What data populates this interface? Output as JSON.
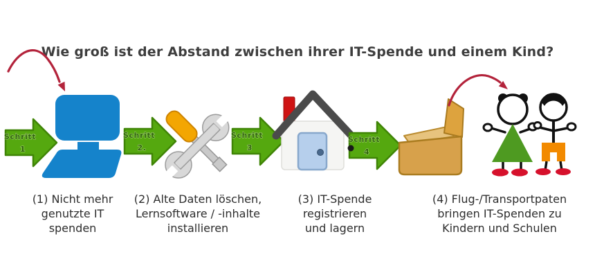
{
  "title": "Wie groß ist der Abstand zwischen ihrer IT-Spende und einem Kind?",
  "steps": [
    {
      "arrow_label": "Schritt",
      "arrow_number": "1",
      "icon": "laptop-icon",
      "caption": "(1) Nicht mehr\ngenutzte IT\nspenden"
    },
    {
      "arrow_label": "Schritt",
      "arrow_number": "2.",
      "icon": "tools-icon",
      "caption": "(2) Alte Daten löschen,\nLernsoftware / -inhalte\ninstallieren"
    },
    {
      "arrow_label": "Schritt",
      "arrow_number": "3",
      "icon": "house-icon",
      "caption": "(3) IT-Spende\nregistrieren\nund lagern"
    },
    {
      "arrow_label": "Schritt",
      "arrow_number": "4",
      "icon": "box-icon",
      "caption": "(4) Flug-/Transportpaten\nbringen IT-Spenden zu\nKindern und Schulen"
    }
  ],
  "final_icon": "children-icon",
  "decorations": [
    "red-curved-arrow-to-laptop",
    "red-curved-arrow-box-to-children"
  ],
  "colors": {
    "step_arrow_green": "#55a80f",
    "step_arrow_border": "#3f8406",
    "step_arrow_text": "#2c6606",
    "laptop_blue": "#1583cb",
    "red_arrow": "#b3233b",
    "house_roof_gray": "#4b4b4b",
    "chimney_red": "#cf1414",
    "door_blue": "#b6cfec",
    "box_tan": "#d7a14b",
    "dress_green": "#4e9a21",
    "shorts_orange": "#f28a00",
    "shoe_red": "#d6112c",
    "title_text": "#3d3d3d",
    "caption_text": "#2d2d2d"
  }
}
